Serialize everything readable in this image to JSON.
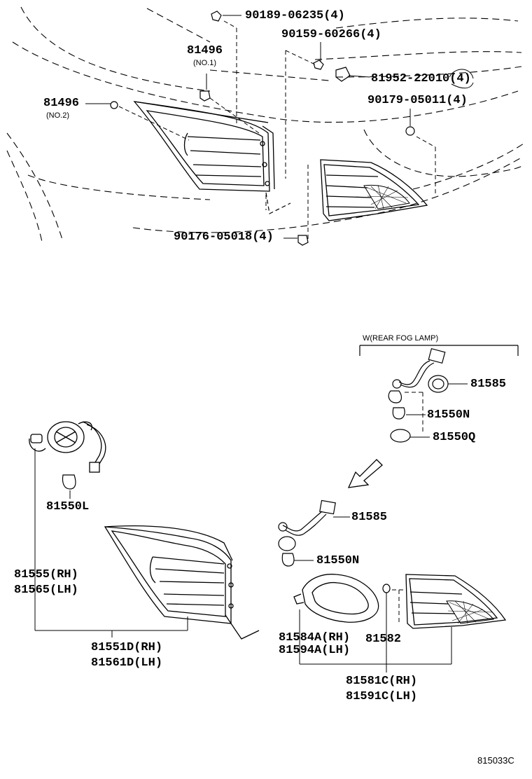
{
  "parts": {
    "p90189": "90189-06235(4)",
    "p81496_no1": "81496",
    "note_no1": "(NO.1)",
    "p90159": "90159-60266(4)",
    "p81952": "81952-22010(4)",
    "p81496_no2": "81496",
    "note_no2": "(NO.2)",
    "p90179": "90179-05011(4)",
    "p90176": "90176-05018(4)",
    "fog_note": "W(REAR FOG LAMP)",
    "p81585_fog": "81585",
    "p81550N_fog": "81550N",
    "p81550Q": "81550Q",
    "p81550L": "81550L",
    "p81555": "81555(RH)",
    "p81565": "81565(LH)",
    "p81551D": "81551D(RH)",
    "p81561D": "81561D(LH)",
    "p81585": "81585",
    "p81550N": "81550N",
    "p81584A": "81584A(RH)",
    "p81594A": "81594A(LH)",
    "p81582": "81582",
    "p81581C": "81581C(RH)",
    "p81591C": "81591C(LH)"
  },
  "diagram_ref": "815033C"
}
